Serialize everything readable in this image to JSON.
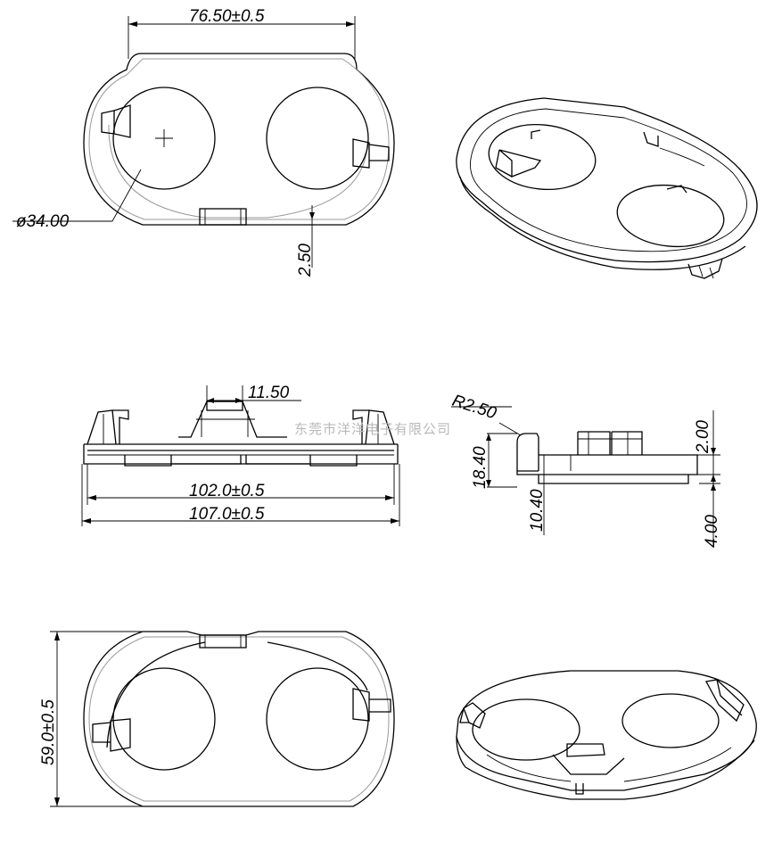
{
  "dimensions": {
    "top_width": "76.50±0.5",
    "hole_diameter": "ø34.00",
    "wall": "2.50",
    "tab_width": "11.50",
    "inner_length": "102.0±0.5",
    "outer_length": "107.0±0.5",
    "radius": "R2.50",
    "total_height": "18.40",
    "clip_height": "2.00",
    "body_height": "10.40",
    "base_thickness": "4.00",
    "height": "59.0±0.5"
  },
  "watermark": "东莞市洋洋电子有限公司",
  "colors": {
    "line": "#000000",
    "hidden_line": "#9a9a9a",
    "watermark": "#b9b9b9"
  }
}
